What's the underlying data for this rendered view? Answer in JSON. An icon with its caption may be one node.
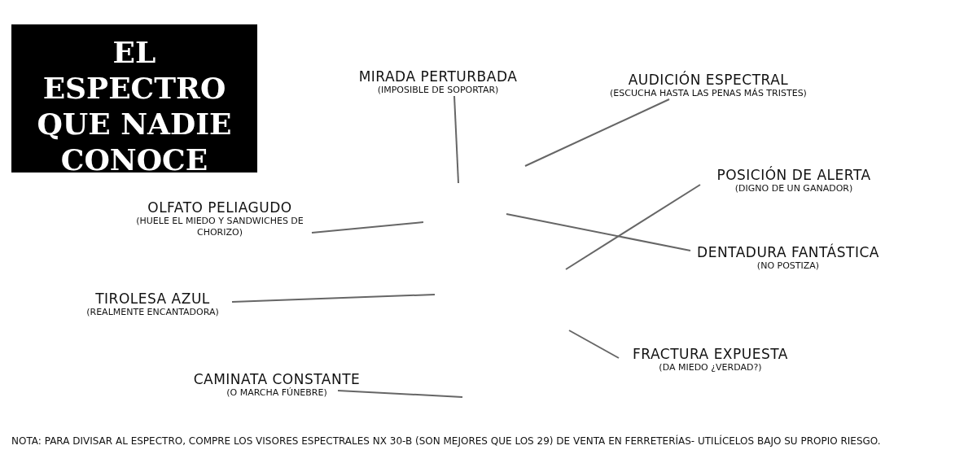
{
  "diagram": {
    "title": "EL ESPECTRO QUE NADIE CONOCE",
    "caption": "NOTA: PARA DIVISAR AL ESPECTRO, COMPRE LOS VISORES ESPECTRALES NX 30-B (SON MEJORES QUE LOS 29) DE VENTA EN FERRETERÍAS- UTILÍCELOS BAJO SU PROPIO RIESGO.",
    "nodes": [
      {
        "text": [
          "MIRADA PERTURBADA",
          "(IMPOSIBLE DE SOPORTAR)"
        ]
      },
      {
        "text": [
          "AUDICIÓN ESPECTRAL",
          "(ESCUCHA HASTA LAS PENAS MÁS TRISTES)"
        ]
      },
      {
        "text": [
          "POSICIÓN DE ALERTA",
          "(DIGNO DE UN GANADOR)"
        ]
      },
      {
        "text": [
          "OLFATO PELIAGUDO",
          "(HUELE EL MIEDO Y SANDWICHES DE CHORIZO)"
        ]
      },
      {
        "text": [
          "DENTADURA FANTÁSTICA",
          "(NO POSTIZA)"
        ]
      },
      {
        "text": [
          "TIROLESA AZUL",
          "(REALMENTE ENCANTADORA)"
        ]
      },
      {
        "text": [
          "FRACTURA EXPUESTA",
          "(DA MIEDO ¿VERDAD?)"
        ]
      },
      {
        "text": [
          "CAMINATA CONSTANTE",
          "(O MARCHA FÚNEBRE)"
        ]
      }
    ],
    "edges": [
      {
        "from": 0,
        "to": null,
        "arrow": "none"
      },
      {
        "from": 1,
        "to": null,
        "arrow": "none"
      },
      {
        "from": 2,
        "to": null,
        "arrow": "none"
      },
      {
        "from": 3,
        "to": null,
        "arrow": "none"
      },
      {
        "from": 4,
        "to": null,
        "arrow": "none"
      },
      {
        "from": 5,
        "to": null,
        "arrow": "none"
      },
      {
        "from": 6,
        "to": null,
        "arrow": "none"
      },
      {
        "from": 7,
        "to": null,
        "arrow": "none"
      }
    ]
  }
}
